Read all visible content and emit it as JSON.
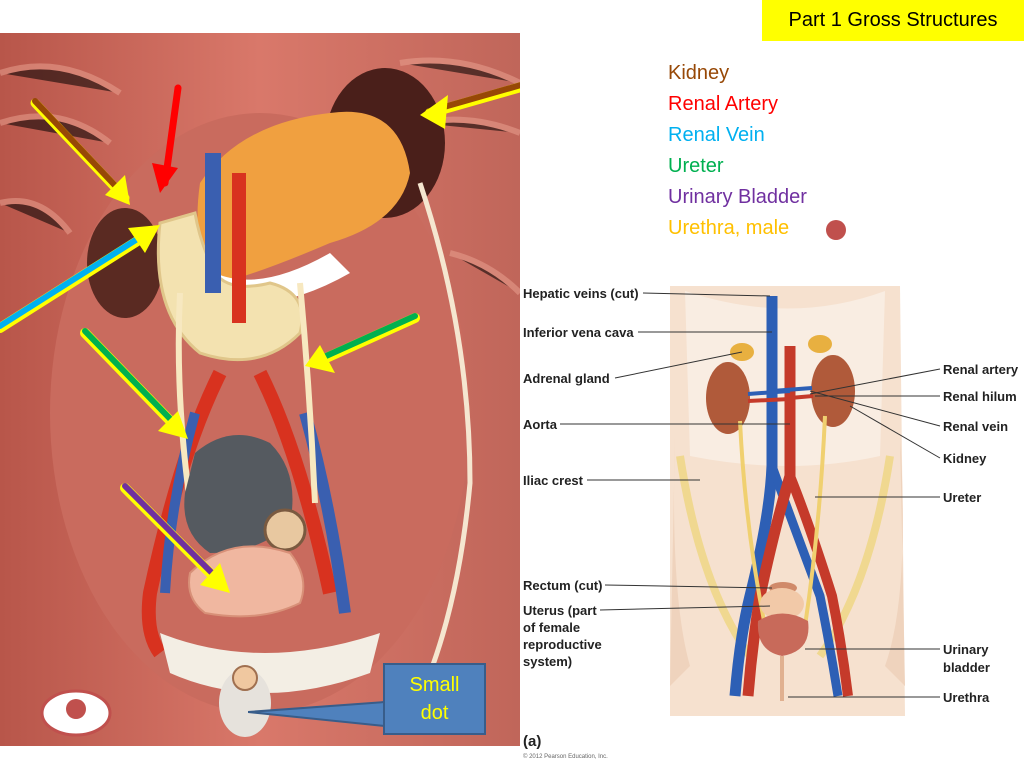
{
  "title": "Part 1 Gross Structures",
  "legend": [
    {
      "label": "Kidney",
      "color": "#974806"
    },
    {
      "label": "Renal Artery",
      "color": "#ff0000"
    },
    {
      "label": "Renal Vein",
      "color": "#00b0f0"
    },
    {
      "label": "Ureter",
      "color": "#00b050"
    },
    {
      "label": "Urinary Bladder",
      "color": "#7030a0"
    },
    {
      "label": "Urethra, male",
      "color": "#ffc000"
    }
  ],
  "callout": {
    "line1": "Small",
    "line2": "dot"
  },
  "diagram": {
    "left_labels": [
      "Hepatic veins (cut)",
      "Inferior vena cava",
      "Adrenal gland",
      "Aorta",
      "Iliac crest",
      "Rectum (cut)",
      "Uterus (part",
      "of female",
      "reproductive",
      "system)"
    ],
    "right_labels": [
      "Renal artery",
      "Renal hilum",
      "Renal vein",
      "Kidney",
      "Ureter",
      "Urinary",
      "bladder",
      "Urethra"
    ],
    "figure_label": "(a)",
    "copyright": "© 2012 Pearson Education, Inc."
  }
}
